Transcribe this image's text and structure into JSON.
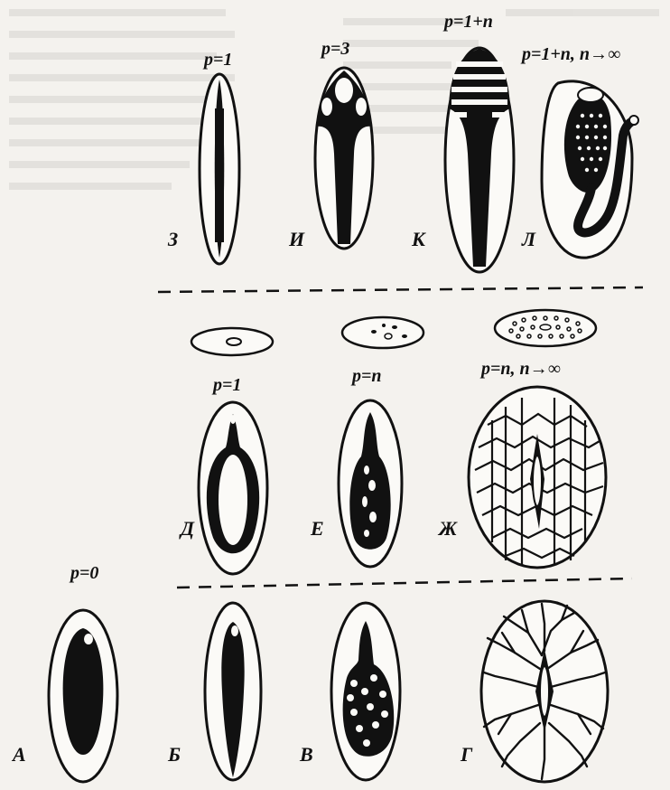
{
  "colors": {
    "ink": "#111111",
    "paper": "#f4f2ee"
  },
  "formulas": {
    "z": "p=1",
    "i": "p=3",
    "k": "p=1+n",
    "l": "p=1+n, n→∞",
    "d": "p=1",
    "e": "p=n",
    "zh": "p=n, n→∞",
    "a": "p=0"
  },
  "letters": {
    "z": "З",
    "i": "И",
    "k": "К",
    "l": "Л",
    "d": "Д",
    "e": "Е",
    "zh": "Ж",
    "a": "А",
    "b": "Б",
    "v": "В",
    "g": "Г"
  }
}
